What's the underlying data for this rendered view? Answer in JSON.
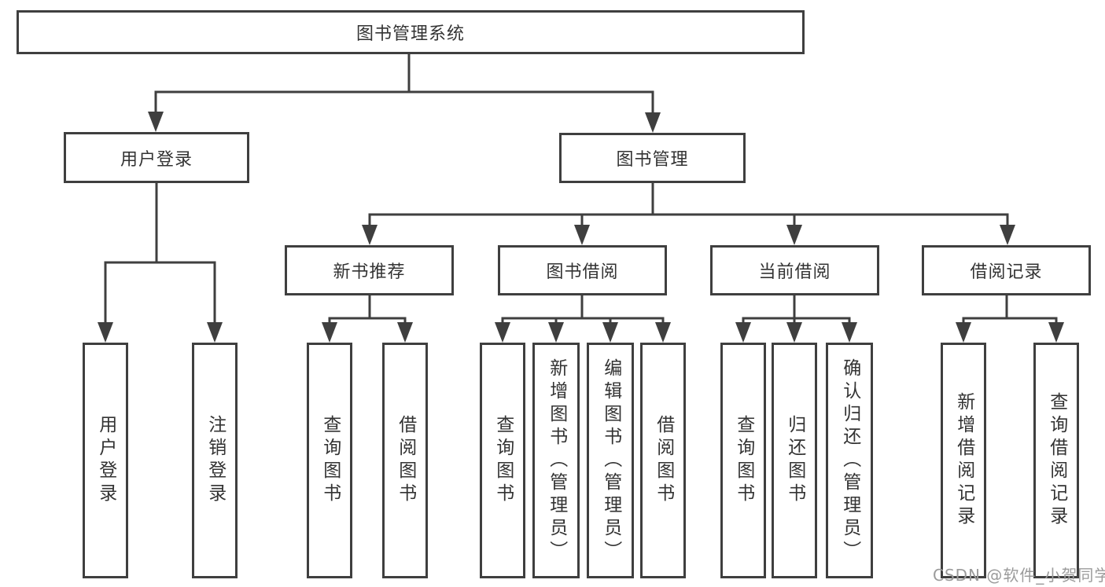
{
  "diagram": {
    "root": "图书管理系统",
    "level2": {
      "user_login": "用户登录",
      "book_management": "图书管理"
    },
    "level3": {
      "new_book_recommend": "新书推荐",
      "book_borrowing": "图书借阅",
      "current_borrowing": "当前借阅",
      "borrowing_records": "借阅记录"
    },
    "leaves": {
      "user_login": "用户登录",
      "logout_login": "注销登录",
      "nb_query_books": "查询图书",
      "nb_borrow_books": "借阅图书",
      "bb_query_books": "查询图书",
      "bb_add_books_admin": "新增图书（管理员）",
      "bb_edit_books_admin": "编辑图书（管理员）",
      "bb_borrow_books": "借阅图书",
      "cb_query_books": "查询图书",
      "cb_return_books": "归还图书",
      "cb_confirm_return_admin": "确认归还（管理员）",
      "br_add_record": "新增借阅记录",
      "br_query_record": "查询借阅记录"
    },
    "watermark": "CSDN @软件_小贺同学",
    "colors": {
      "line": "#3f3f3f",
      "text": "#333333",
      "watermark": "#9b9b9b",
      "background": "#ffffff"
    }
  }
}
